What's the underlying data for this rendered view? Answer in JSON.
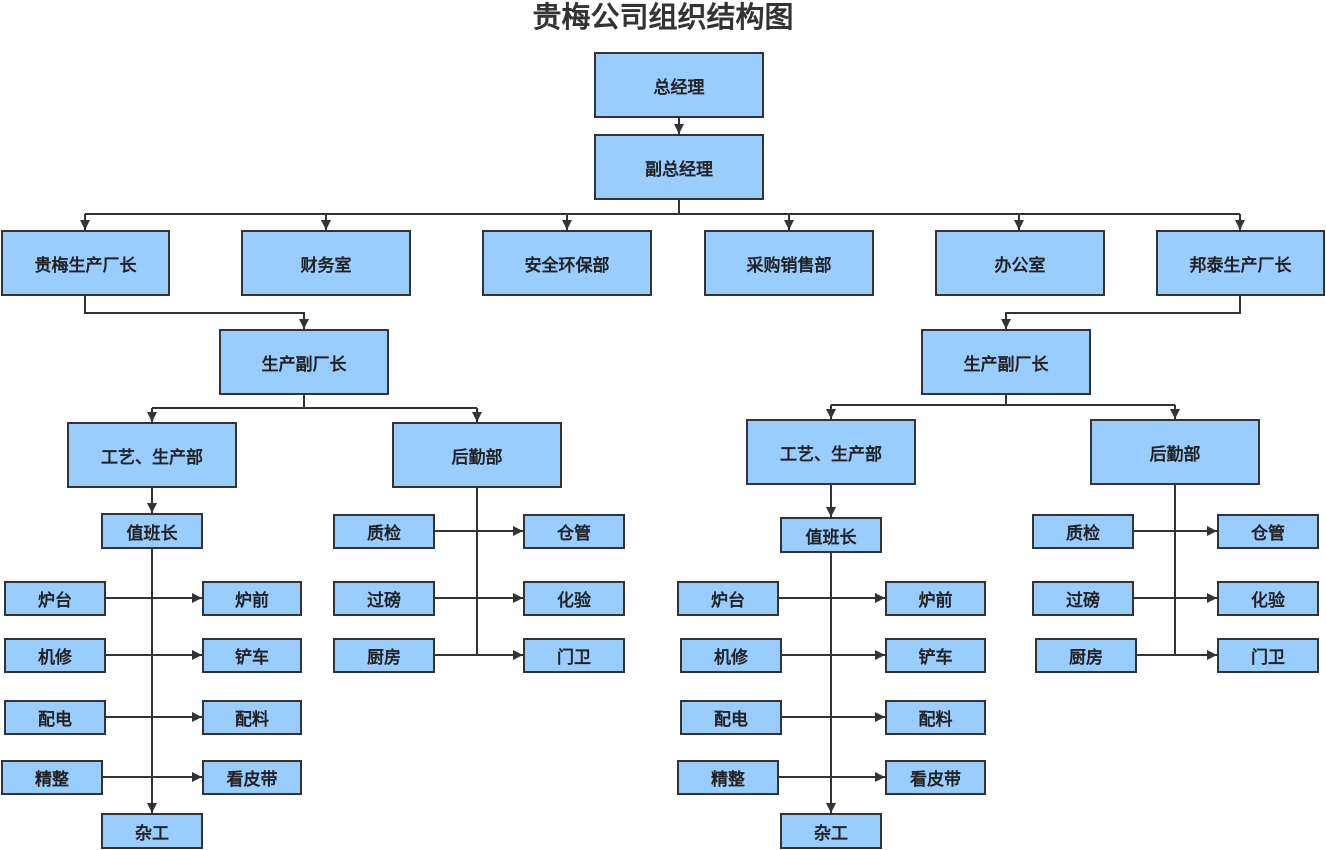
{
  "title": "贵梅公司组织结构图",
  "nodes": {
    "gm": "总经理",
    "dgm": "副总经理",
    "guimei_director": "贵梅生产厂长",
    "finance": "财务室",
    "safety_env": "安全环保部",
    "purchase_sales": "采购销售部",
    "office": "办公室",
    "bangtai_director": "邦泰生产厂长",
    "left": {
      "deputy": "生产副厂长",
      "process": "工艺、生产部",
      "logistics": "后勤部",
      "shift_lead": "值班长",
      "furnace_platform": "炉台",
      "furnace_front": "炉前",
      "mechanic": "机修",
      "shovel_car": "铲车",
      "power": "配电",
      "batching": "配料",
      "finishing": "精整",
      "belt_watch": "看皮带",
      "misc": "杂工",
      "quality": "质检",
      "warehouse": "仓管",
      "weighing": "过磅",
      "lab": "化验",
      "kitchen": "厨房",
      "gate": "门卫"
    },
    "right": {
      "deputy": "生产副厂长",
      "process": "工艺、生产部",
      "logistics": "后勤部",
      "shift_lead": "值班长",
      "furnace_platform": "炉台",
      "furnace_front": "炉前",
      "mechanic": "机修",
      "shovel_car": "铲车",
      "power": "配电",
      "batching": "配料",
      "finishing": "精整",
      "belt_watch": "看皮带",
      "misc": "杂工",
      "quality": "质检",
      "warehouse": "仓管",
      "weighing": "过磅",
      "lab": "化验",
      "kitchen": "厨房",
      "gate": "门卫"
    }
  },
  "colors": {
    "box_fill": "#99ccff",
    "line": "#333333"
  }
}
